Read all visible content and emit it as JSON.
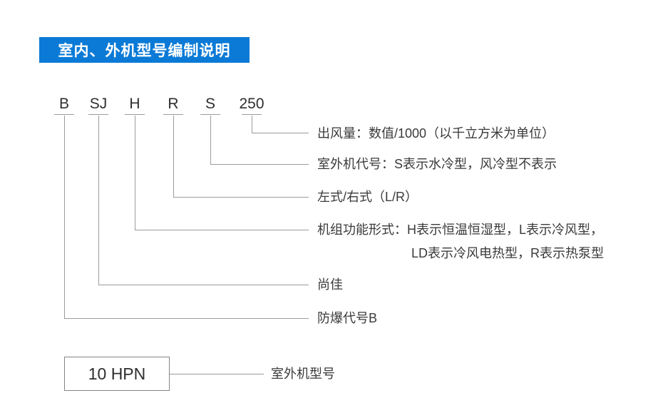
{
  "header": {
    "title": "室内、外机型号编制说明"
  },
  "diagram": {
    "codes": [
      {
        "code": "B",
        "description": "防爆代号B"
      },
      {
        "code": "SJ",
        "description": "尚佳"
      },
      {
        "code": "H",
        "description": "机组功能形式：H表示恒温恒湿型，L表示冷风型，",
        "description_line2": "LD表示冷风电热型，R表示热泵型"
      },
      {
        "code": "R",
        "description": "左式/右式（L/R）"
      },
      {
        "code": "S",
        "description": "室外机代号：S表示水冷型，风冷型不表示"
      },
      {
        "code": "250",
        "description": "出风量：数值/1000（以千立方米为单位）"
      }
    ]
  },
  "outdoor_model": {
    "model": "10 HPN",
    "label": "室外机型号"
  },
  "colors": {
    "accent_blue": "#0a7ad6",
    "line_gray": "#9b9b9b",
    "text_dark": "#3a3a3a"
  }
}
